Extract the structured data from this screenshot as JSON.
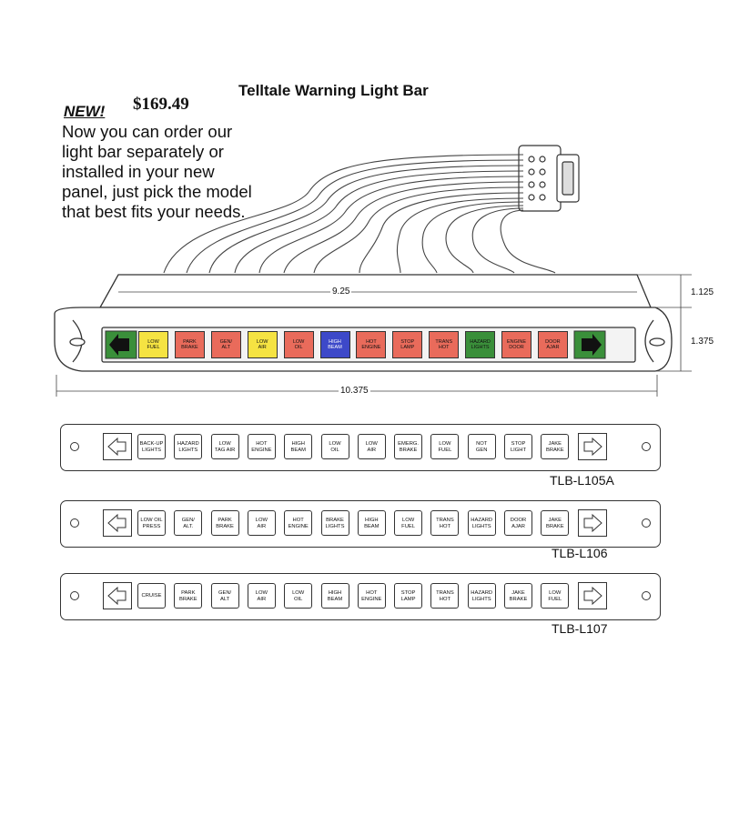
{
  "page": {
    "title": "Telltale Warning Light Bar",
    "new_label": "NEW!",
    "price": "$169.49",
    "blurb_lines": [
      "Now you can order our",
      "light bar separately or",
      "installed in your new",
      "panel, just pick the model",
      "that best fits your needs."
    ]
  },
  "dimensions": {
    "top_width": "9.25",
    "overall_width": "10.375",
    "upper_height": "1.125",
    "lower_height": "1.375"
  },
  "light_bar": {
    "slots": [
      {
        "label": "LOW\nFUEL",
        "color": "#f5e342"
      },
      {
        "label": "PARK\nBRAKE",
        "color": "#e96b5b"
      },
      {
        "label": "GEN/\nALT",
        "color": "#e96b5b"
      },
      {
        "label": "LOW\nAIR",
        "color": "#f5e342"
      },
      {
        "label": "LOW\nOIL",
        "color": "#e96b5b"
      },
      {
        "label": "HIGH\nBEAM",
        "color": "#3d49c9"
      },
      {
        "label": "HOT\nENGINE",
        "color": "#e96b5b"
      },
      {
        "label": "STOP\nLAMP",
        "color": "#e96b5b"
      },
      {
        "label": "TRANS\nHOT",
        "color": "#e96b5b"
      },
      {
        "label": "HAZARD\nLIGHTS",
        "color": "#3a8f3a"
      },
      {
        "label": "ENGINE\nDOOR",
        "color": "#e96b5b"
      },
      {
        "label": "DOOR\nAJAR",
        "color": "#e96b5b"
      }
    ],
    "arrow_color": "#3a8f3a"
  },
  "models": [
    {
      "name": "TLB-L105A",
      "cells": [
        "BACK-UP\nLIGHTS",
        "HAZARD\nLIGHTS",
        "LOW\nTAG AIR",
        "HOT\nENGINE",
        "HIGH\nBEAM",
        "LOW\nOIL",
        "LOW\nAIR",
        "EMERG.\nBRAKE",
        "LOW\nFUEL",
        "NOT\nGEN",
        "STOP\nLIGHT",
        "JAKE\nBRAKE"
      ]
    },
    {
      "name": "TLB-L106",
      "cells": [
        "LOW OIL\nPRESS",
        "GEN/\nALT.",
        "PARK\nBRAKE",
        "LOW\nAIR",
        "HOT\nENGINE",
        "BRAKE\nLIGHTS",
        "HIGH\nBEAM",
        "LOW\nFUEL",
        "TRANS\nHOT",
        "HAZARD\nLIGHTS",
        "DOOR\nAJAR",
        "JAKE\nBRAKE"
      ]
    },
    {
      "name": "TLB-L107",
      "cells": [
        "CRUISE",
        "PARK\nBRAKE",
        "GEN/\nALT",
        "LOW\nAIR",
        "LOW\nOIL",
        "HIGH\nBEAM",
        "HOT\nENGINE",
        "STOP\nLAMP",
        "TRANS\nHOT",
        "HAZARD\nLIGHTS",
        "JAKE\nBRAKE",
        "LOW\nFUEL"
      ]
    }
  ]
}
